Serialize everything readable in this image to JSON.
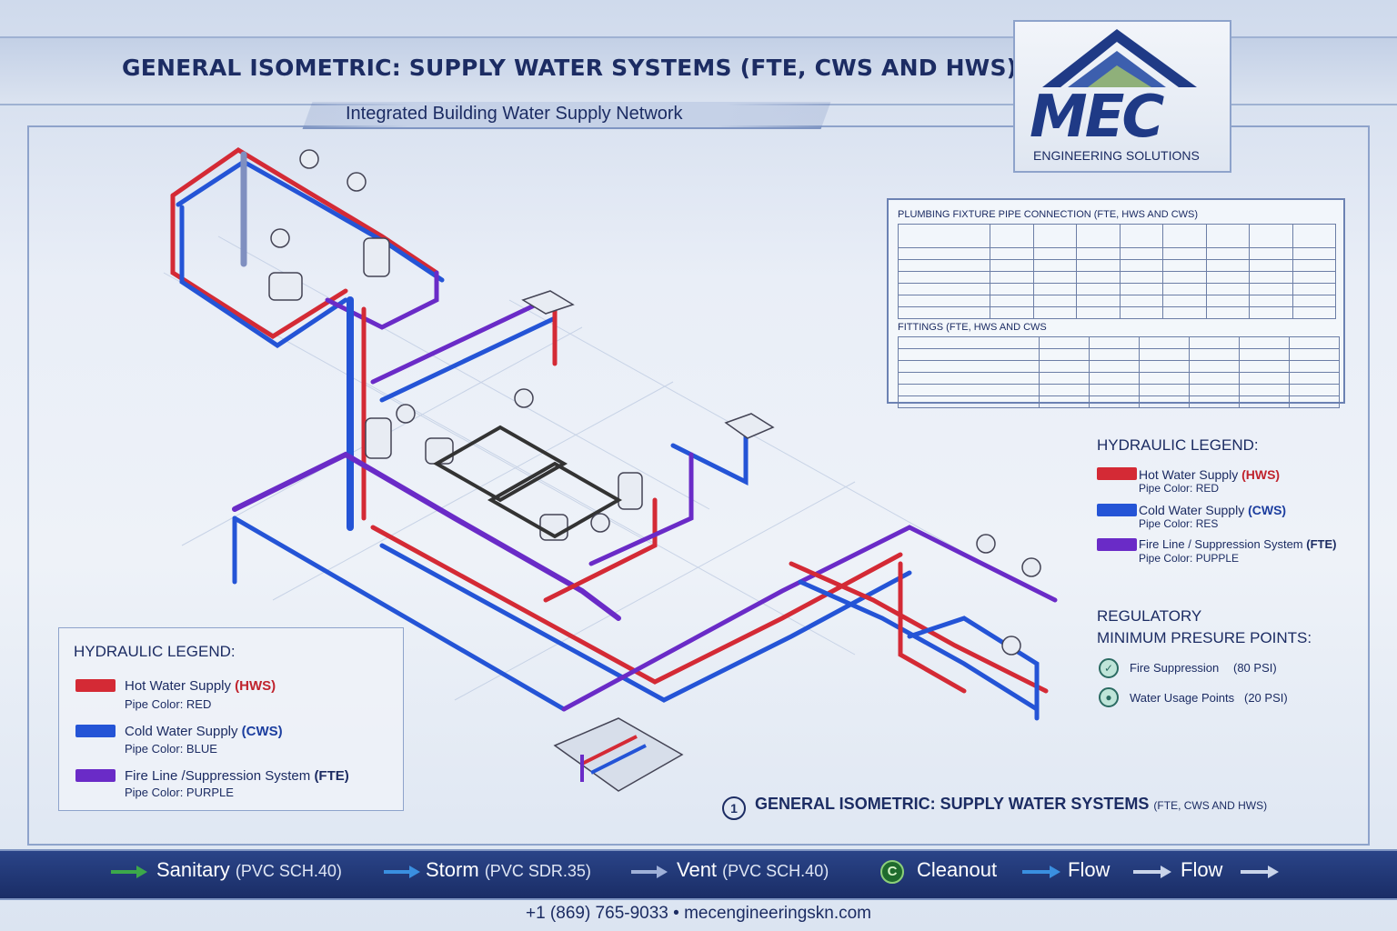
{
  "header": {
    "title": "GENERAL ISOMETRIC: SUPPLY WATER SYSTEMS (FTE, CWS AND HWS)",
    "subtitle": "Integrated Building Water Supply Network"
  },
  "logo": {
    "word": "MEC",
    "sub": "ENGINEERING SOLUTIONS"
  },
  "tables": {
    "fixture_title": "PLUMBING FIXTURE PIPE CONNECTION (FTE, HWS AND CWS)",
    "fittings_title": "FITTINGS (FTE, HWS AND CWS"
  },
  "legend_right": {
    "heading": "HYDRAULIC LEGEND:",
    "items": [
      {
        "label": "Hot Water Supply",
        "code": "(HWS)",
        "sub": "Pipe Color: RED",
        "color": "#d42a35"
      },
      {
        "label": "Cold Water Supply",
        "code": "(CWS)",
        "sub": "Pipe Color: RES",
        "color": "#2454d6"
      },
      {
        "label": "Fire Line / Suppression System",
        "code": "(FTE)",
        "sub": "Pipe Color: PUPPLE",
        "color": "#6a2bc7"
      }
    ]
  },
  "legend_left": {
    "heading": "HYDRAULIC LEGEND:",
    "items": [
      {
        "label": "Hot Water Supply",
        "code": "(HWS)",
        "sub": "Pipe Color: RED",
        "color": "#d42a35"
      },
      {
        "label": "Cold Water Supply",
        "code": "(CWS)",
        "sub": "Pipe Color: BLUE",
        "color": "#2454d6"
      },
      {
        "label": "Fire Line /Suppression System",
        "code": "(FTE)",
        "sub": "Pipe Color: PURPLE",
        "color": "#6a2bc7"
      }
    ]
  },
  "regulatory": {
    "line1": "REGULATORY",
    "line2": "MINIMUM PRESURE  POINTS:",
    "points": [
      {
        "label": "Fire Suppression",
        "value": "(80 PSI)"
      },
      {
        "label": "Water Usage Points",
        "value": "(20 PSI)"
      }
    ]
  },
  "caption": {
    "number": "1",
    "main": "GENERAL ISOMETRIC:  SUPPLY WATER SYSTEMS",
    "small": "(FTE, CWS AND HWS)"
  },
  "bottom_bar": {
    "sanitary": "Sanitary",
    "sanitary_spec": "(PVC SCH.40)",
    "storm": "Storm",
    "storm_spec": "(PVC SDR.35)",
    "vent": "Vent",
    "vent_spec": "(PVC SCH.40)",
    "cleanout": "Cleanout",
    "cleanout_icon": "C",
    "flow1": "Flow",
    "flow2": "Flow"
  },
  "footer": {
    "contact": "+1 (869) 765-9033 • mecengineeringskn.com"
  },
  "colors": {
    "hws": "#d42a35",
    "cws": "#2454d6",
    "fte": "#6a2bc7",
    "sanitary_arrow": "#3ca84a",
    "storm_arrow": "#3a8fe0",
    "vent_arrow": "#9fb0d8"
  }
}
